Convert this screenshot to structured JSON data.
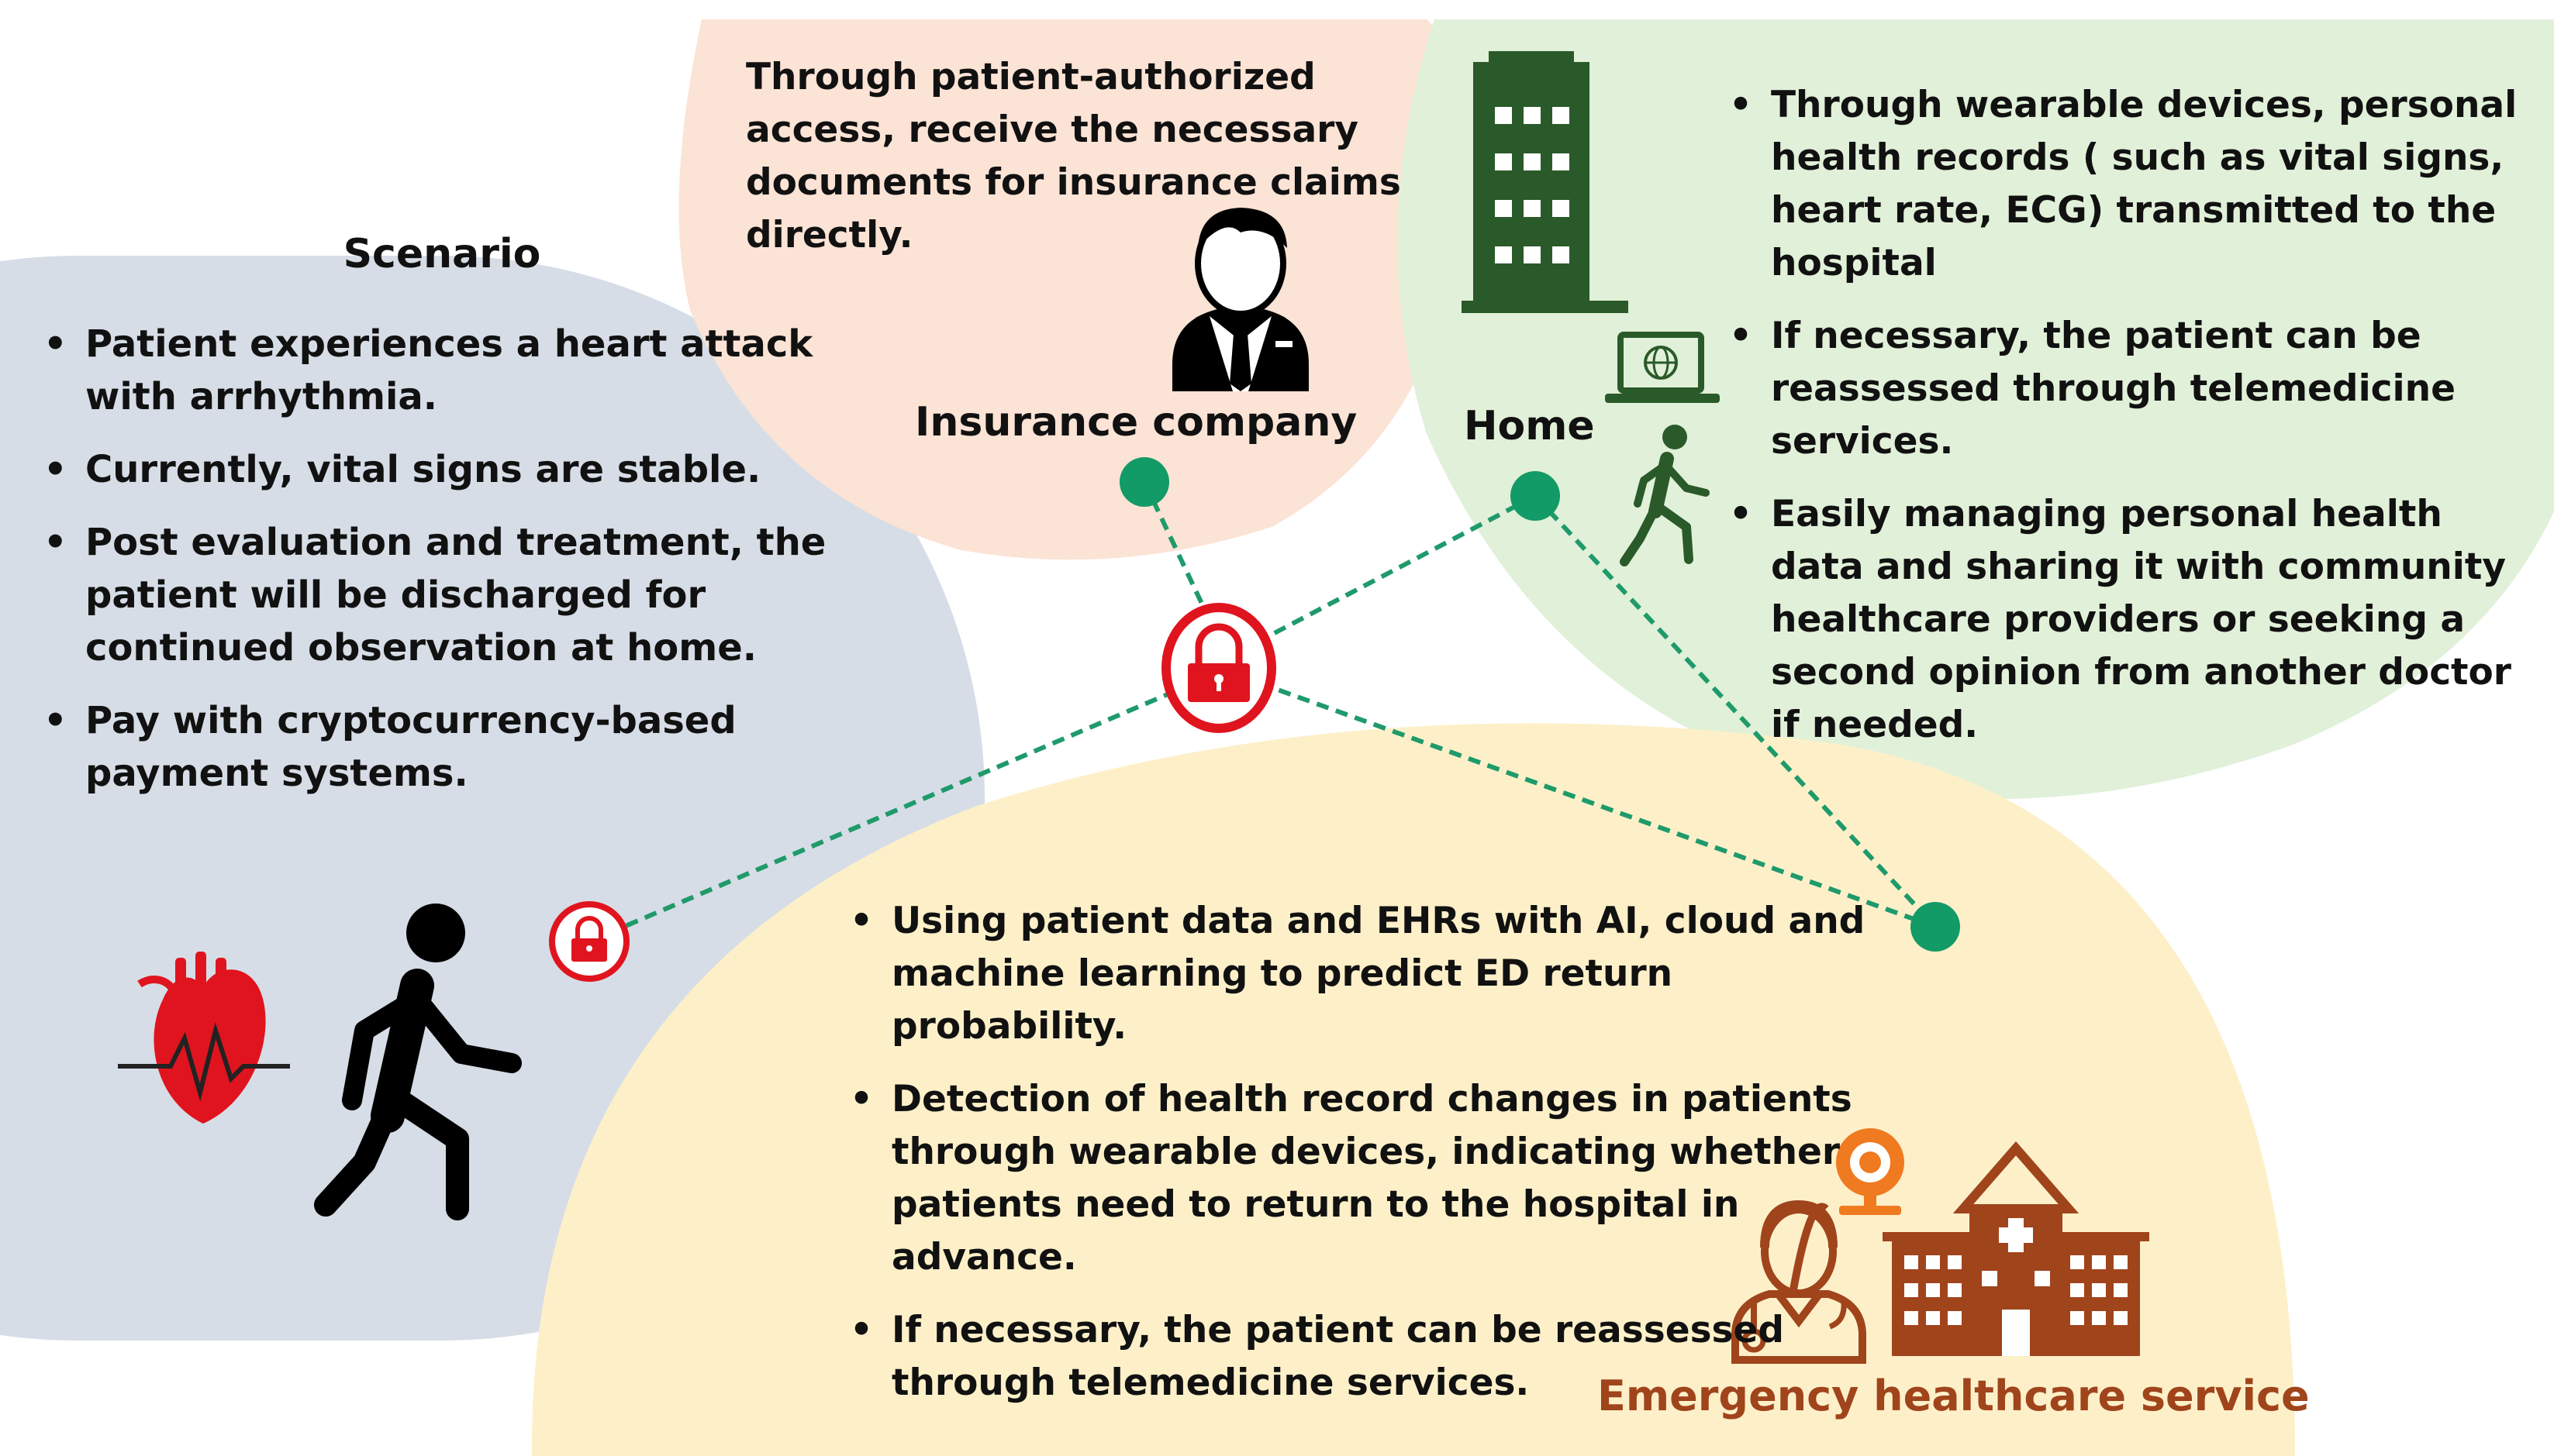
{
  "colors": {
    "scenario_bg": "#d6dde6",
    "insurance_bg": "#fbe3d5",
    "home_bg": "#e1f0d9",
    "ed_bg": "#fdf0c9",
    "connector": "#1f9a6b",
    "node": "#129a67",
    "lock": "#e0141e",
    "building_green": "#2a5a2a",
    "hospital_brown": "#a0441c",
    "webcam_orange": "#f07a20"
  },
  "scenario": {
    "title": "Scenario",
    "items": [
      "Patient experiences a heart attack with arrhythmia.",
      "Currently, vital signs are stable.",
      "Post evaluation and treatment, the patient will be discharged for continued observation at home.",
      "Pay with cryptocurrency-based payment systems."
    ]
  },
  "insurance": {
    "text": "Through patient-authorized access, receive the necessary documents for insurance claims directly.",
    "label": "Insurance company"
  },
  "home": {
    "label": "Home",
    "items": [
      "Through wearable devices, personal health records ( such as vital signs, heart rate, ECG) transmitted to the hospital",
      " If necessary, the patient can be reassessed through telemedicine services.",
      "Easily managing personal health data and sharing it with community healthcare providers or seeking a second opinion from another doctor if needed."
    ]
  },
  "emergency": {
    "label": "Emergency healthcare service",
    "items": [
      "Using patient data and EHRs with AI, cloud and machine learning to predict ED return probability.",
      "Detection of health record changes in patients through wearable devices, indicating whether patients need to return to the hospital in advance.",
      "If necessary, the patient can be reassessed through telemedicine services."
    ]
  },
  "icons": [
    "heart-ecg-icon",
    "walking-person-icon",
    "small-lock-icon",
    "central-lock-icon",
    "businessman-icon",
    "office-building-icon",
    "laptop-globe-icon",
    "small-walking-person-icon",
    "doctor-icon",
    "webcam-icon",
    "hospital-icon"
  ]
}
